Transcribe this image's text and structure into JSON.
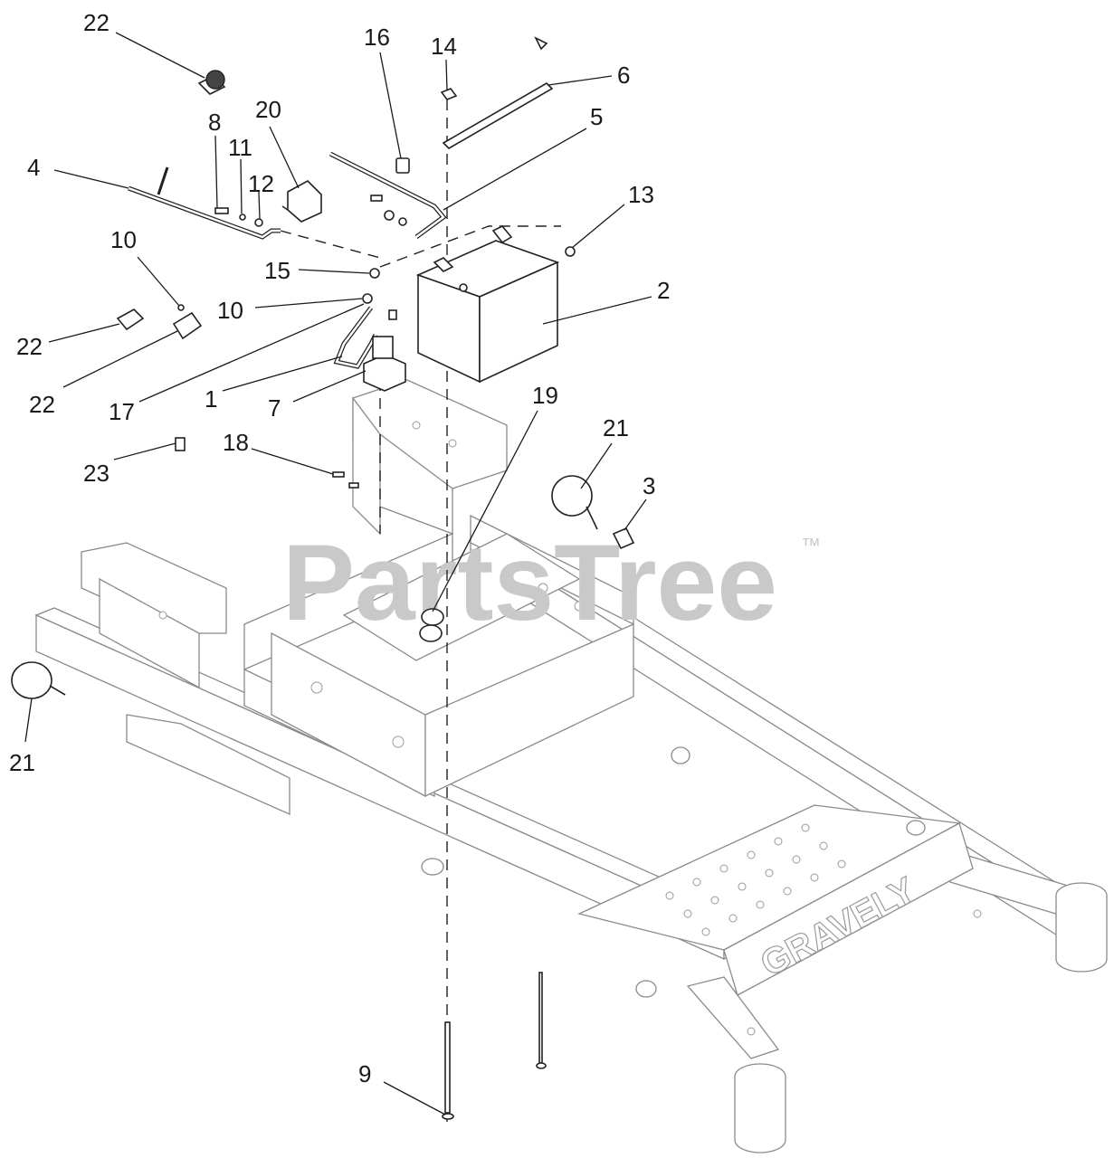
{
  "watermark": {
    "text": "PartsTree",
    "trademark": "™"
  },
  "brand_mark": "GRAVELY",
  "callouts": [
    {
      "id": "c22a",
      "label": "22"
    },
    {
      "id": "c16",
      "label": "16"
    },
    {
      "id": "c14",
      "label": "14"
    },
    {
      "id": "c6",
      "label": "6"
    },
    {
      "id": "c5",
      "label": "5"
    },
    {
      "id": "c20",
      "label": "20"
    },
    {
      "id": "c8",
      "label": "8"
    },
    {
      "id": "c11",
      "label": "11"
    },
    {
      "id": "c12",
      "label": "12"
    },
    {
      "id": "c4",
      "label": "4"
    },
    {
      "id": "c13",
      "label": "13"
    },
    {
      "id": "c10a",
      "label": "10"
    },
    {
      "id": "c15",
      "label": "15"
    },
    {
      "id": "c2",
      "label": "2"
    },
    {
      "id": "c10b",
      "label": "10"
    },
    {
      "id": "c22b",
      "label": "22"
    },
    {
      "id": "c22c",
      "label": "22"
    },
    {
      "id": "c17",
      "label": "17"
    },
    {
      "id": "c1",
      "label": "1"
    },
    {
      "id": "c7",
      "label": "7"
    },
    {
      "id": "c19",
      "label": "19"
    },
    {
      "id": "c21a",
      "label": "21"
    },
    {
      "id": "c18",
      "label": "18"
    },
    {
      "id": "c23",
      "label": "23"
    },
    {
      "id": "c3",
      "label": "3"
    },
    {
      "id": "c21b",
      "label": "21"
    },
    {
      "id": "c9",
      "label": "9"
    }
  ]
}
